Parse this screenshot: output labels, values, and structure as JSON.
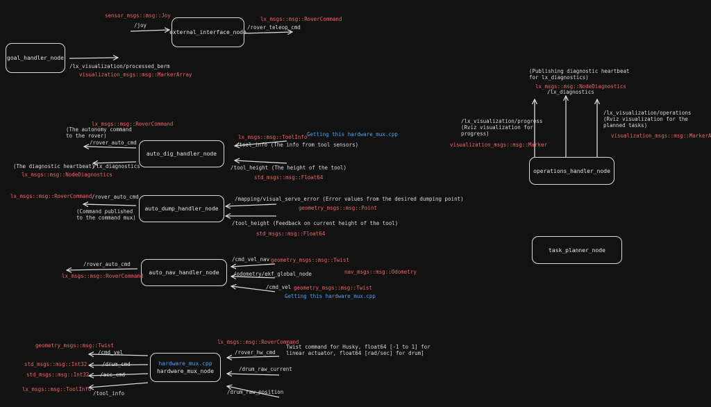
{
  "colors": {
    "background": "#121212",
    "stroke": "#dcdcdc",
    "text": "#dadada",
    "msg_type": "#f06464",
    "note": "#4aa3f0"
  },
  "nodes": {
    "external_interface": "external_interface_node",
    "goal_handler": "goal_handler_node",
    "auto_dig_handler": "auto_dig_handler_node",
    "auto_dump_handler": "auto_dump_handler_node",
    "auto_nav_handler": "auto_nav_handler_node",
    "hardware_mux": "hardware_mux_node",
    "hardware_mux_note": "hardware_mux.cpp",
    "operations_handler": "operations_handler_node",
    "task_planner": "task_planner_node"
  },
  "external": {
    "joy_type": "sensor_msgs::msg::Joy",
    "joy_topic": "/joy",
    "teleop_type": "lx_msgs::msg::RoverCommand",
    "teleop_topic": "/rover_teleop_cmd"
  },
  "goal": {
    "berm_topic": "/lx_visualization/processed_berm",
    "berm_type": "visualization_msgs::msg::MarkerArray"
  },
  "dig": {
    "cmd_type": "lx_msgs::msg::RoverCommand",
    "cmd_note": "(The autonomy command\nto the rover)",
    "cmd_topic": "/rover_auto_cmd",
    "diag_note": "(The diagnostic heartbeat)",
    "diag_topic": "/lx_diagnostics",
    "diag_type": "lx_msgs::msg::NodeDiagnostics",
    "tool_type": "lx_msgs::msg::ToolInfo",
    "tool_src": "Getting this hardware_mux.cpp",
    "tool_topic": "/tool_info (The info from tool sensors)",
    "height_topic": "/tool_height (The height of the tool)",
    "height_type": "std_msgs::msg::Float64"
  },
  "dump": {
    "cmd_type": "lx_msgs::msg::RoverCommand",
    "cmd_topic": "/rover_auto_cmd",
    "cmd_note": "(Command published\nto the command mux)",
    "servo_topic": "/mapping/visual_servo_error (Error values from the desired dumping point)",
    "servo_type": "geometry_msgs::msg::Point",
    "height_topic": "/tool_height (Feedback on current height of the tool)",
    "height_type": "std_msgs::msg::Float64"
  },
  "nav": {
    "cmd_topic": "/rover_auto_cmd",
    "cmd_type": "lx_msgs::msg::RoverCommand",
    "cmd_vel_nav_topic": "/cmd_vel_nav",
    "cmd_vel_nav_type": "geometry_msgs::msg::Twist",
    "odom_topic": "/odometry/ekf_global_node",
    "odom_type": "nav_msgs::msg::Odometry",
    "cmd_vel_topic": "/cmd_vel",
    "cmd_vel_type": "geometry_msgs::msg::Twist",
    "cmd_vel_src": "Getting this hardware_mux.cpp"
  },
  "hw": {
    "twist_type": "geometry_msgs::msg::Twist",
    "cmd_vel_topic": "/cmd_vel",
    "int32_type_1": "std_msgs::msg::Int32",
    "drum_cmd_topic": "/drum_cmd",
    "int32_type_2": "std_msgs::msg::Int32",
    "acc_cmd_topic": "/acc_cmd",
    "toolinfo_type": "lx_msgs::msg::ToolInfo",
    "tool_info_topic": "/tool_info",
    "rover_hw_type": "lx_msgs::msg::RoverCommand",
    "rover_hw_topic": "/rover_hw_cmd",
    "rover_hw_note": "Twist command for Husky, float64 [-1 to 1] for\nlinear actuator, float64 [rad/sec] for drum]",
    "drum_current_topic": "/drum_raw_current",
    "drum_position_topic": "/drum_raw_position"
  },
  "ops": {
    "heartbeat_note": "(Publishing diagnostic heartbeat\nfor lx_diagnostics)",
    "diag_type": "lx_msgs::msg::NodeDiagnostics",
    "diag_topic": "/lx_diagnostics",
    "progress_topic": "/lx_visualization/progress\n(Rviz visualization for\nprogress)",
    "progress_type": "visualization_msgs::msg::Marker",
    "operations_topic": "/lx_visualization/operations\n(Rviz visualization for the\nplanned tasks)",
    "operations_type": "visualization_msgs::msg::MarkerArray"
  }
}
